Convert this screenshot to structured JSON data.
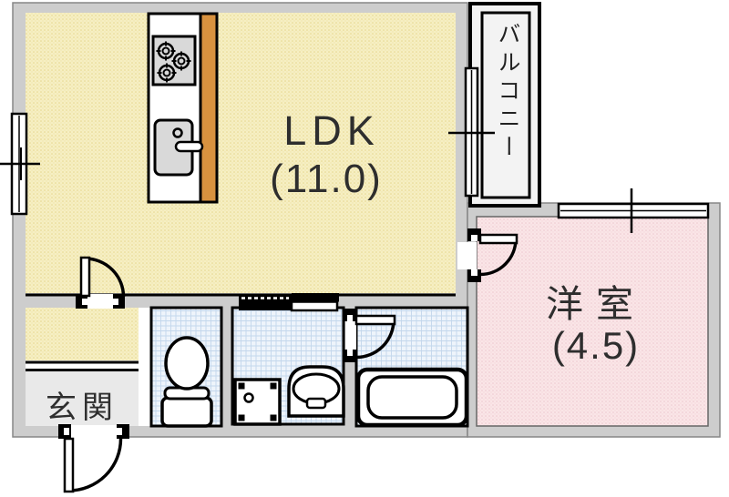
{
  "plan": {
    "rooms": {
      "ldk": {
        "label": "LDK",
        "area": "(11.0)"
      },
      "western_room": {
        "label": "洋室",
        "area": "(4.5)"
      },
      "balcony": {
        "label": "バルコニー"
      },
      "entrance": {
        "label": "玄関"
      }
    },
    "fixtures": [
      "stove",
      "sink",
      "toilet",
      "washbasin",
      "washing-machine-pan",
      "bathtub"
    ],
    "colors": {
      "ldk_fill": "#f6efc3",
      "western_fill": "#fae5e7",
      "wet_area_fill": "#eef4fb",
      "wall": "#cdcdcd",
      "counter_orange": "#d8923f",
      "fixture_gray": "#d9d9d9",
      "entrance_fill": "#e9e9e9",
      "line": "#000000"
    }
  }
}
